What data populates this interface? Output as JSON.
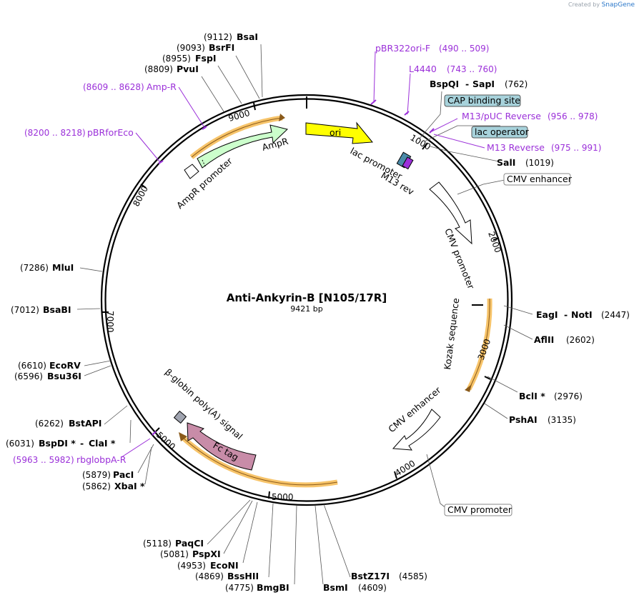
{
  "credit": {
    "text": "Created by",
    "brand": "SnapGene"
  },
  "plasmid": {
    "name": "Anti-Ankyrin-B [N105/17R]",
    "length_label": "9421 bp",
    "length": 9421
  },
  "ticks": [
    "1000",
    "2000",
    "3000",
    "4000",
    "5000",
    "5000",
    "7000",
    "8000",
    "9000"
  ],
  "enzymes": [
    {
      "name": "BsaI",
      "pos": "(9112)"
    },
    {
      "name": "BsrFI",
      "pos": "(9093)"
    },
    {
      "name": "FspI",
      "pos": "(8955)"
    },
    {
      "name": "PvuI",
      "pos": "(8809)"
    },
    {
      "name": "BspQI",
      "pos": "(762)"
    },
    {
      "name": "SapI",
      "pos": ""
    },
    {
      "name": "SalI",
      "pos": "(1019)"
    },
    {
      "name": "EagI",
      "pos": "(2447)"
    },
    {
      "name": "NotI",
      "pos": ""
    },
    {
      "name": "AflII",
      "pos": "(2602)"
    },
    {
      "name": "BclI *",
      "pos": "(2976)"
    },
    {
      "name": "PshAI",
      "pos": "(3135)"
    },
    {
      "name": "BstZ17I",
      "pos": "(4585)"
    },
    {
      "name": "BsmI",
      "pos": "(4609)"
    },
    {
      "name": "BmgBI",
      "pos": "(4775)"
    },
    {
      "name": "BssHII",
      "pos": "(4869)"
    },
    {
      "name": "EcoNI",
      "pos": "(4953)"
    },
    {
      "name": "PspXI",
      "pos": "(5081)"
    },
    {
      "name": "PaqCI",
      "pos": "(5118)"
    },
    {
      "name": "XbaI *",
      "pos": "(5862)"
    },
    {
      "name": "PacI",
      "pos": "(5879)"
    },
    {
      "name": "BspDI *",
      "pos": "(6031)"
    },
    {
      "name": "ClaI *",
      "pos": ""
    },
    {
      "name": "BstAPI",
      "pos": "(6262)"
    },
    {
      "name": "Bsu36I",
      "pos": "(6596)"
    },
    {
      "name": "EcoRV",
      "pos": "(6610)"
    },
    {
      "name": "BsaBI",
      "pos": "(7012)"
    },
    {
      "name": "MluI",
      "pos": "(7286)"
    }
  ],
  "primers": [
    {
      "name": "pBR322ori-F",
      "pos": "(490 .. 509)"
    },
    {
      "name": "L4440",
      "pos": "(743 .. 760)"
    },
    {
      "name": "M13/pUC Reverse",
      "pos": "(956 .. 978)"
    },
    {
      "name": "M13 Reverse",
      "pos": "(975 .. 991)"
    },
    {
      "name": "Amp-R",
      "pos": "(8609 .. 8628)"
    },
    {
      "name": "pBRforEco",
      "pos": "(8200 .. 8218)"
    },
    {
      "name": "rbglobpA-R",
      "pos": "(5963 .. 5982)"
    }
  ],
  "features": [
    {
      "name": "ori"
    },
    {
      "name": "AmpR"
    },
    {
      "name": "AmpR promoter"
    },
    {
      "name": "lac promoter"
    },
    {
      "name": "M13 rev"
    },
    {
      "name": "CMV promoter"
    },
    {
      "name": "Kozak sequence"
    },
    {
      "name": "CMV enhancer"
    },
    {
      "name": "Fc tag"
    },
    {
      "name": "β-globin poly(A) signal"
    }
  ],
  "boxes": [
    {
      "name": "CAP binding site"
    },
    {
      "name": "lac operator"
    },
    {
      "name": "CMV enhancer"
    },
    {
      "name": "CMV promoter"
    }
  ],
  "colors": {
    "ori": "#ffff00",
    "ampr": "#ccffcc",
    "fc_tag": "#c88ca8",
    "primer": "#9b30d9",
    "box_fill": "#a7d2db",
    "highlight": "#f7c46a",
    "backbone": "#000000"
  }
}
